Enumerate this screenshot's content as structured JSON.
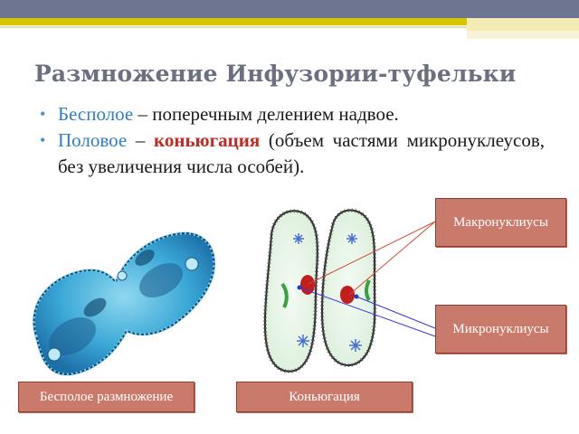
{
  "title": "Размножение Инфузории-туфельки",
  "bullets": [
    {
      "term": "Бесполое",
      "rest": " – поперечным делением надвое."
    },
    {
      "term": "Половое",
      "dash": " – ",
      "keyword": "коньюгация",
      "rest": " (объем частями микронуклеусов, без увеличения числа особей)."
    }
  ],
  "labels": {
    "macronuclei": "Макронуклиусы",
    "micronuclei": "Микронуклиусы",
    "asexual": "Бесполое размножение",
    "conjugation": "Коньюгация"
  },
  "colors": {
    "title": "#6b6f80",
    "term": "#2f7ec2",
    "keyword": "#c12a25",
    "label_fill": "#c97a6b",
    "top_bar": "#6e7591",
    "gold_bar": "#d8c300"
  }
}
